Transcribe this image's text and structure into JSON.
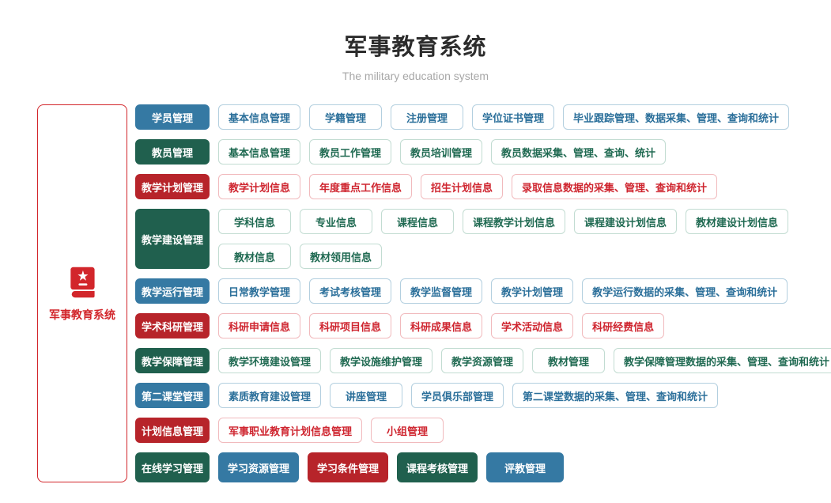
{
  "header": {
    "title": "军事教育系统",
    "subtitle": "The military education system"
  },
  "sidebar": {
    "label": "军事教育系统",
    "icon": "book-star-icon"
  },
  "colors": {
    "blue_solid": "#3579a3",
    "blue_border": "#b3cfdf",
    "blue_text": "#2b6f9a",
    "green_solid": "#20604e",
    "green_border": "#c2dcd2",
    "green_text": "#206a52",
    "red_solid": "#b7242a",
    "red_border": "#f1babd",
    "red_text": "#cf2630",
    "panel_red": "#d2262b",
    "title": "#2c2c2c",
    "subtitle": "#a7a7a7"
  },
  "rows": [
    {
      "category": "学员管理",
      "variant": "blue",
      "lines": [
        [
          {
            "label": "基本信息管理"
          },
          {
            "label": "学籍管理"
          },
          {
            "label": "注册管理"
          },
          {
            "label": "学位证书管理"
          },
          {
            "label": "毕业跟踪管理、数据采集、管理、查询和统计"
          }
        ]
      ]
    },
    {
      "category": "教员管理",
      "variant": "green",
      "lines": [
        [
          {
            "label": "基本信息管理"
          },
          {
            "label": "教员工作管理"
          },
          {
            "label": "教员培训管理"
          },
          {
            "label": "教员数据采集、管理、查询、统计"
          }
        ]
      ]
    },
    {
      "category": "教学计划管理",
      "variant": "red",
      "lines": [
        [
          {
            "label": "教学计划信息"
          },
          {
            "label": "年度重点工作信息"
          },
          {
            "label": "招生计划信息"
          },
          {
            "label": "录取信息数据的采集、管理、查询和统计"
          }
        ]
      ]
    },
    {
      "category": "教学建设管理",
      "variant": "green",
      "lines": [
        [
          {
            "label": "学科信息"
          },
          {
            "label": "专业信息"
          },
          {
            "label": "课程信息"
          },
          {
            "label": "课程教学计划信息"
          },
          {
            "label": "课程建设计划信息"
          },
          {
            "label": "教材建设计划信息"
          }
        ],
        [
          {
            "label": "教材信息"
          },
          {
            "label": "教材领用信息"
          }
        ]
      ]
    },
    {
      "category": "教学运行管理",
      "variant": "blue",
      "lines": [
        [
          {
            "label": "日常教学管理"
          },
          {
            "label": "考试考核管理"
          },
          {
            "label": "教学监督管理"
          },
          {
            "label": "教学计划管理"
          },
          {
            "label": "教学运行数据的采集、管理、查询和统计"
          }
        ]
      ]
    },
    {
      "category": "学术科研管理",
      "variant": "red",
      "lines": [
        [
          {
            "label": "科研申请信息"
          },
          {
            "label": "科研项目信息"
          },
          {
            "label": "科研成果信息"
          },
          {
            "label": "学术活动信息"
          },
          {
            "label": "科研经费信息"
          }
        ]
      ]
    },
    {
      "category": "教学保障管理",
      "variant": "green",
      "lines": [
        [
          {
            "label": "教学环境建设管理"
          },
          {
            "label": "教学设施维护管理"
          },
          {
            "label": "教学资源管理"
          },
          {
            "label": "教材管理"
          },
          {
            "label": "教学保障管理数据的采集、管理、查询和统计"
          }
        ]
      ]
    },
    {
      "category": "第二课堂管理",
      "variant": "blue",
      "lines": [
        [
          {
            "label": "素质教育建设管理"
          },
          {
            "label": "讲座管理"
          },
          {
            "label": "学员俱乐部管理"
          },
          {
            "label": "第二课堂数据的采集、管理、查询和统计"
          }
        ]
      ]
    },
    {
      "category": "计划信息管理",
      "variant": "red",
      "lines": [
        [
          {
            "label": "军事职业教育计划信息管理"
          },
          {
            "label": "小组管理"
          }
        ]
      ]
    },
    {
      "category": "在线学习管理",
      "variant": "green",
      "lines": [
        [
          {
            "label": "学习资源管理",
            "solid": true,
            "variant": "blue"
          },
          {
            "label": "学习条件管理",
            "solid": true,
            "variant": "red"
          },
          {
            "label": "课程考核管理",
            "solid": true,
            "variant": "green"
          },
          {
            "label": "评教管理",
            "solid": true,
            "variant": "blue"
          }
        ]
      ]
    }
  ]
}
